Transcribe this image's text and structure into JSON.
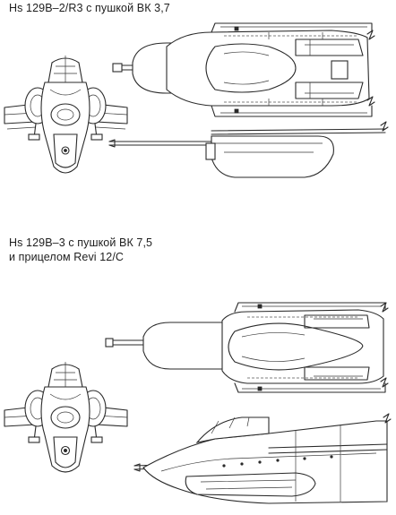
{
  "captions": {
    "variant_a": "Hs 129B–2/R3 с пушкой ВК 3,7",
    "variant_b_line1": "Hs 129B–3 с пушкой ВК 7,5",
    "variant_b_line2": "и прицелом Revi 12/C"
  },
  "colors": {
    "ink": "#2a2a2a",
    "paper": "#ffffff"
  }
}
